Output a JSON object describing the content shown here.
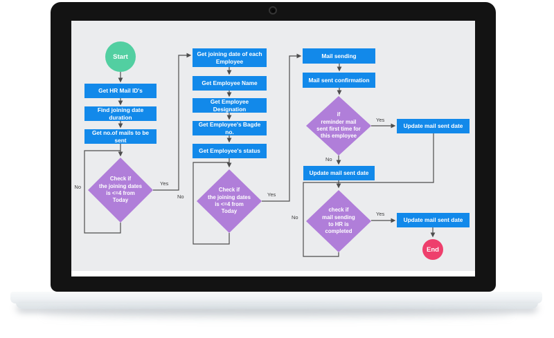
{
  "device": {
    "type": "laptop-mockup"
  },
  "colors": {
    "process_fill": "#1289ea",
    "decision_fill": "#b07ed9",
    "start_fill": "#52cfa1",
    "end_fill": "#ee3f6c",
    "connector": "#4d4d4d",
    "canvas_bg": "#ebecee",
    "bezel": "#131313"
  },
  "flowchart": {
    "start_label": "Start",
    "end_label": "End",
    "processes": [
      {
        "label": "Get HR Mail ID's"
      },
      {
        "label": "Find joining date duration"
      },
      {
        "label": "Get no.of mails to be sent"
      },
      {
        "label": "Get joining date of each\nEmployee"
      },
      {
        "label": "Get Employee Name"
      },
      {
        "label": "Get Employee Designation"
      },
      {
        "label": "Get Employee's Bagde no."
      },
      {
        "label": "Get Employee's status"
      },
      {
        "label": "Mail sending"
      },
      {
        "label": "Mail sent confirmation"
      },
      {
        "label": "Update mail sent date"
      },
      {
        "label": "Update mail sent date"
      },
      {
        "label": "Update mail sent date"
      }
    ],
    "decisions": [
      {
        "label": "Check if\nthe joining dates\nis <=4 from\nToday"
      },
      {
        "label": "Check if\nthe joining dates\nis <=4 from\nToday"
      },
      {
        "label": "if\nreminder mail\nsent first time for\nthis employee"
      },
      {
        "label": "check if\nmail sending\nto HR is\ncompleted"
      }
    ],
    "edge_labels": {
      "yes": "Yes",
      "no": "No"
    }
  }
}
